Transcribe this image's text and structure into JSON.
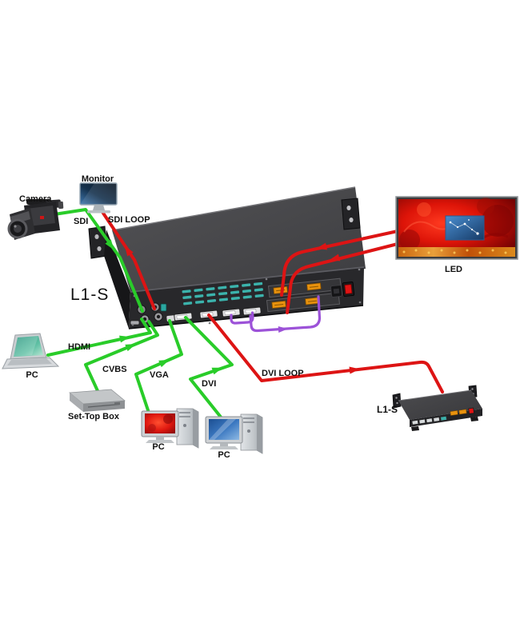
{
  "diagram": {
    "devices": {
      "camera_label": "Camera",
      "monitor_label": "Monitor",
      "processor_label": "L1-S",
      "led_label": "LED",
      "laptop_label": "PC",
      "settop_label": "Set-Top Box",
      "pc_vga_label": "PC",
      "pc_dvi_label": "PC",
      "cascade_label": "L1-S"
    },
    "connections": {
      "sdi": "SDI",
      "sdi_loop": "SDI LOOP",
      "hdmi": "HDMI",
      "cvbs": "CVBS",
      "vga": "VGA",
      "dvi": "DVI",
      "dvi_loop": "DVI LOOP"
    },
    "colors": {
      "input_cable": "#29cc29",
      "loop_cable": "#dd1414",
      "internal_cable": "#9c52d8",
      "led_screen_blue": "#2f6fb8",
      "vent_teal": "#3bb3ac",
      "card_orange": "#e8920e",
      "power_switch_red": "#e01414"
    }
  }
}
